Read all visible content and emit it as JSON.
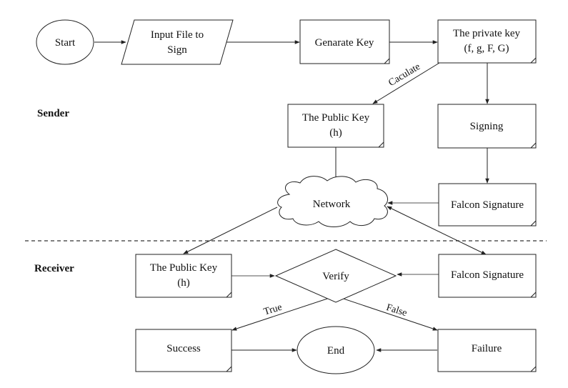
{
  "sections": {
    "sender": "Sender",
    "receiver": "Receiver"
  },
  "nodes": {
    "start": "Start",
    "input_file": [
      "Input File to",
      "Sign"
    ],
    "generate_key": "Genarate Key",
    "private_key": [
      "The private key",
      "(f, g, F, G)"
    ],
    "public_key_sender": [
      "The Public Key",
      "(h)"
    ],
    "signing": "Signing",
    "network": "Network",
    "falcon_signature_sender": "Falcon Signature",
    "public_key_receiver": [
      "The Public Key",
      "(h)"
    ],
    "verify": "Verify",
    "falcon_signature_receiver": "Falcon Signature",
    "success": "Success",
    "end": "End",
    "failure": "Failure"
  },
  "edges": {
    "calculate": "Caculate",
    "true_label": "True",
    "false_label": "False"
  },
  "colors": {
    "stroke": "#222222",
    "text": "#111111",
    "background": "#ffffff"
  }
}
